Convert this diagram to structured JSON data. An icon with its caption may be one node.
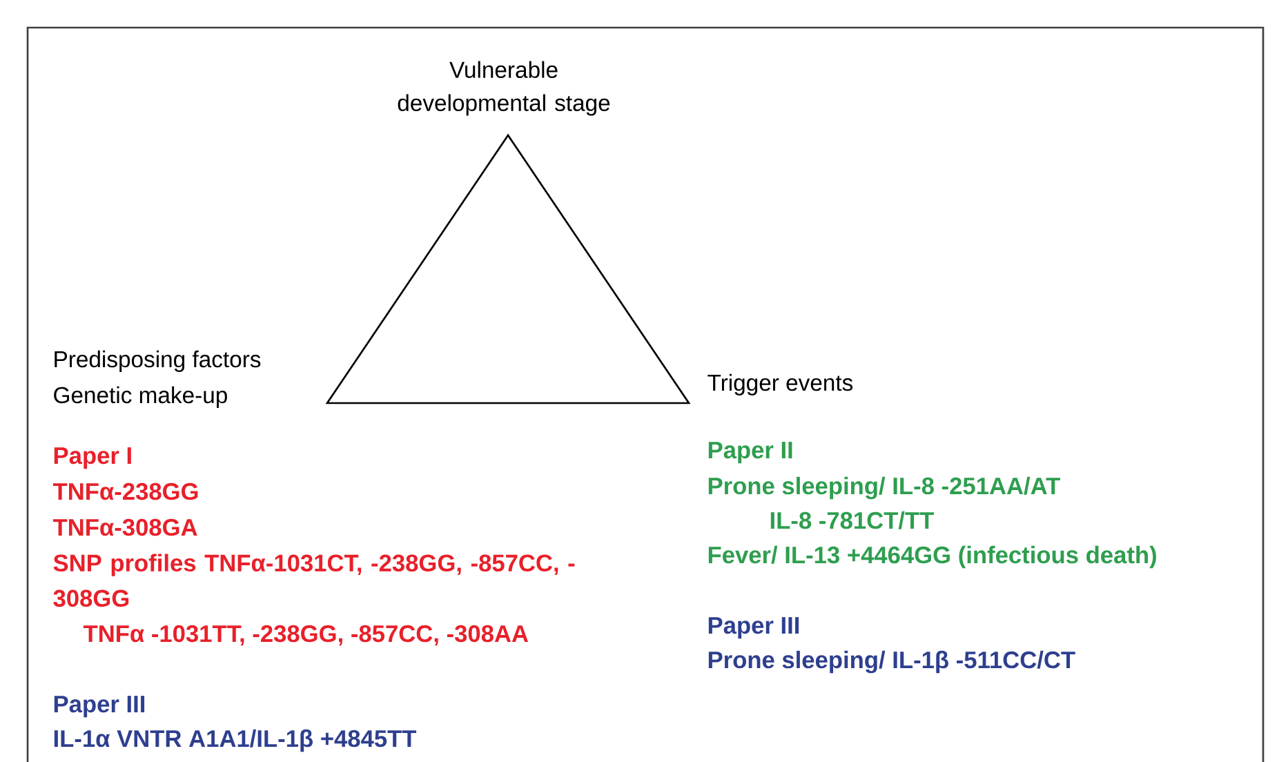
{
  "diagram": {
    "nodes": [
      {
        "text": [],
        "shape": "triangle",
        "beside": [
          "Vulnerable developmental stage",
          "Predisposing factors",
          "Genetic make-up",
          "Trigger events"
        ]
      }
    ],
    "labels": [
      "Paper I",
      "TNFα-238GG",
      "TNFα-308GA",
      "SNP profiles TNFα-1031CT, -238GG, -857CC, -308GG",
      "TNFα -1031TT, -238GG, -857CC, -308AA",
      "Paper III",
      "IL-1α VNTR A1A1/IL-1β +4845TT",
      "Paper II",
      "Prone sleeping/ IL-8 -251AA/AT",
      "IL-8 -781CT/TT",
      "Fever/ IL-13 +4464GG (infectious death)",
      "Paper III",
      "Prone sleeping/ IL-1β -511CC/CT"
    ]
  }
}
